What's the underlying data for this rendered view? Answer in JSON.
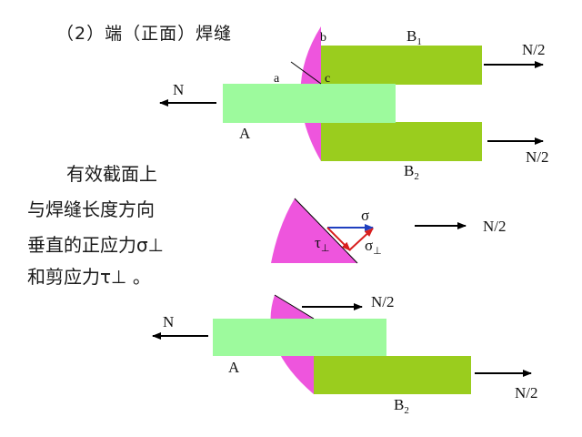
{
  "title": "（2）端（正面）焊缝",
  "description_lines": [
    "有效截面上",
    "与焊缝长度方向",
    "垂直的正应力σ⊥",
    "和剪应力τ⊥ 。"
  ],
  "top_figure": {
    "label_N": "N",
    "label_A": "A",
    "label_B1": "B",
    "label_B1_sub": "1",
    "label_B2": "B",
    "label_B2_sub": "2",
    "label_a": "a",
    "label_b": "b",
    "label_c": "c",
    "label_N2_top": "N/2",
    "label_N2_bottom": "N/2"
  },
  "stress_figure": {
    "label_sigma": "σ",
    "label_tau": "τ",
    "label_tau_sub": "⊥",
    "label_sigma_perp": "σ",
    "label_sigma_perp_sub": "⊥",
    "label_N2": "N/2"
  },
  "bottom_figure": {
    "label_N": "N",
    "label_A": "A",
    "label_B2": "B",
    "label_B2_sub": "2",
    "label_N2_top": "N/2",
    "label_N2_bottom": "N/2"
  },
  "colors": {
    "plate_A": "#9dfa9d",
    "plate_B": "#9acd1e",
    "weld": "#ee55dd",
    "sigma_arrow": "#1f3fbf",
    "tau_arrow": "#d81e1e",
    "line": "#000000"
  }
}
